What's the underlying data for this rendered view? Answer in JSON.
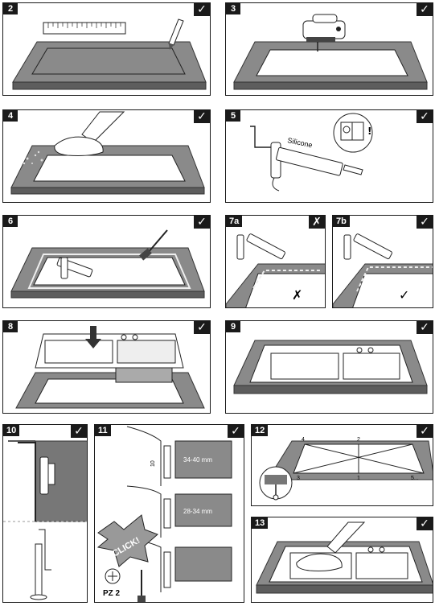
{
  "steps": [
    {
      "num": "2",
      "mark": "✓"
    },
    {
      "num": "3",
      "mark": "✓"
    },
    {
      "num": "4",
      "mark": "✓"
    },
    {
      "num": "5",
      "mark": "✓",
      "silicone_label": "Silicone"
    },
    {
      "num": "6",
      "mark": "✓"
    },
    {
      "num": "7a",
      "mark": "✗",
      "inset_mark": "✗"
    },
    {
      "num": "7b",
      "mark": "✓",
      "inset_mark": "✓"
    },
    {
      "num": "8",
      "mark": "✓"
    },
    {
      "num": "9",
      "mark": "✓"
    },
    {
      "num": "10",
      "mark": "✓"
    },
    {
      "num": "11",
      "mark": "✓",
      "thickness_a": "34-40 mm",
      "thickness_b": "28-34 mm",
      "dim_label": "10",
      "click_label": "CLICK!",
      "driver_label": "PZ 2"
    },
    {
      "num": "12",
      "mark": "✓",
      "corner_labels": [
        "4",
        "2",
        "3",
        "1",
        "5..."
      ]
    },
    {
      "num": "13",
      "mark": "✓"
    }
  ],
  "colors": {
    "dark": "#1a1a1a",
    "worktop": "#8a8a8a",
    "worktop_edge": "#5d5d5d",
    "sink": "#ffffff"
  }
}
